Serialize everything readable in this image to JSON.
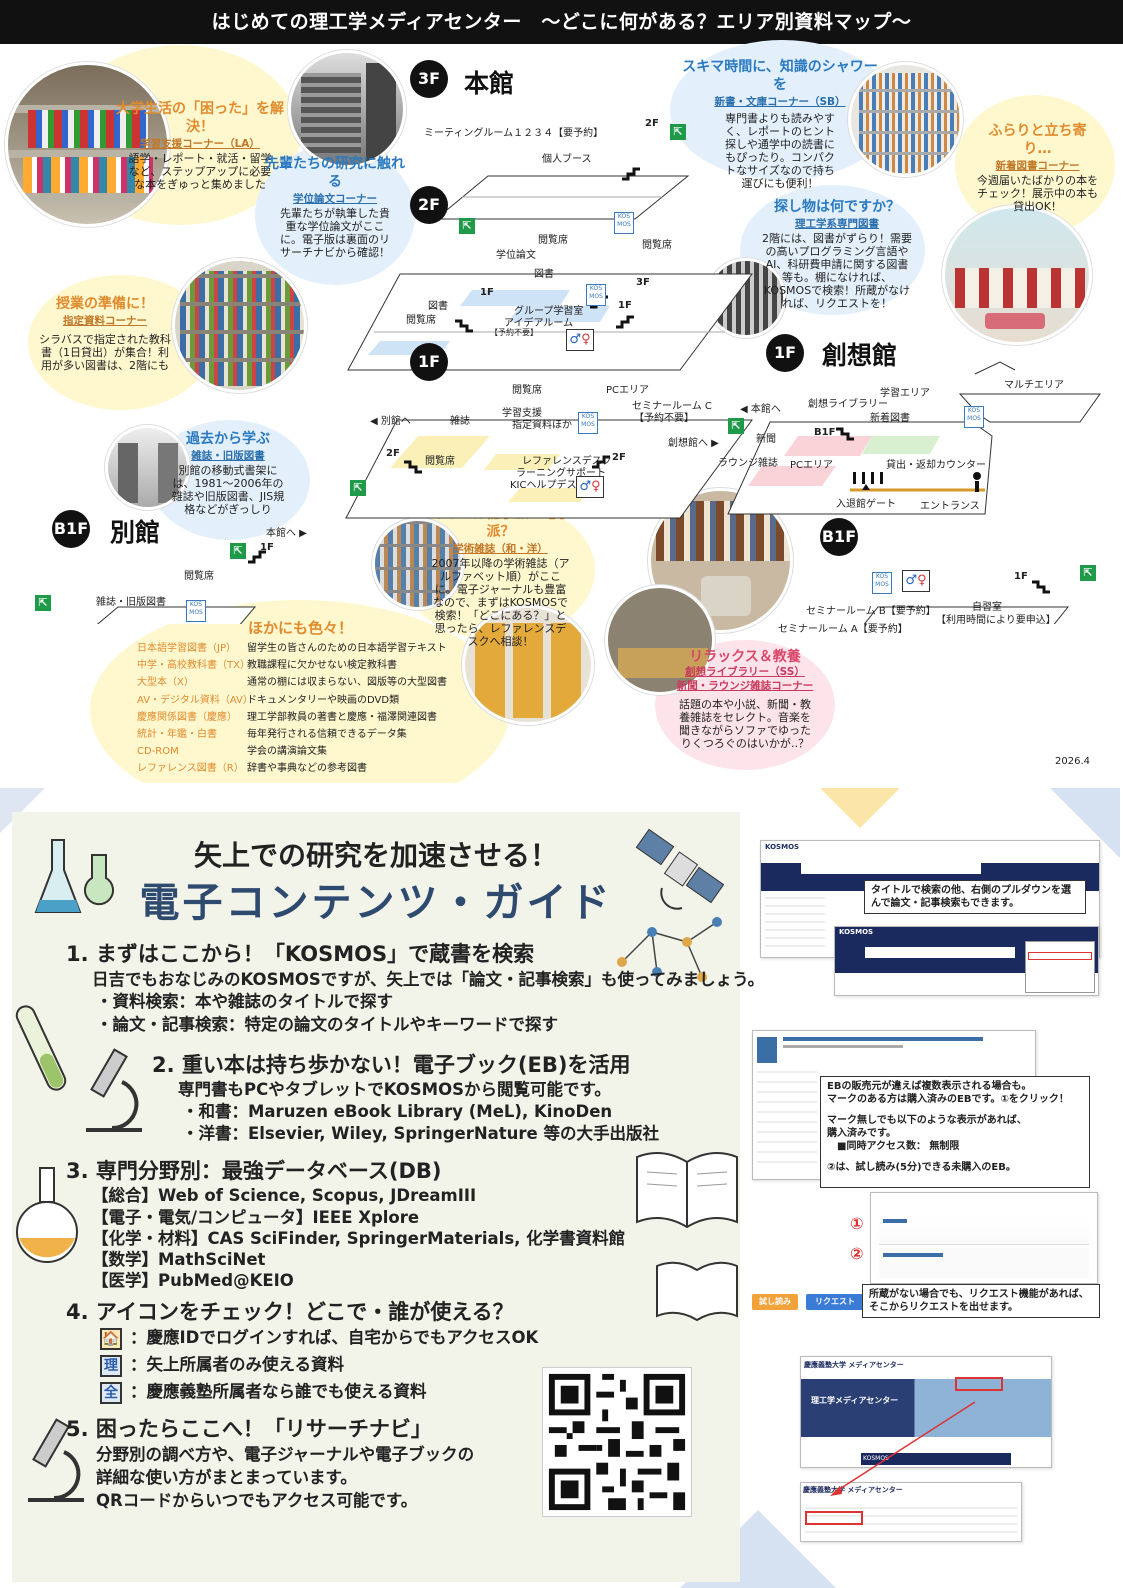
{
  "header": {
    "title": "はじめての理工学メディアセンター　～どこに何がある？エリア別資料マップ～"
  },
  "corners": {
    "la": {
      "heading": "大学生活の「困った」を解決！",
      "name": "学習支援コーナー（LA）",
      "text": "語学・レポート・就活・留学など、ステップアップに必要な本をぎゅっと集めました"
    },
    "thesis": {
      "heading": "先輩たちの研究に触れる",
      "name": "学位論文コーナー",
      "text": "先輩たちが執筆した貴重な学位論文がここに。電子版は裏面のリサーチナビから確認！"
    },
    "textbook": {
      "heading": "授業の準備に！",
      "name": "指定資料コーナー",
      "text": "シラバスで指定された教科書（1日貸出）が集合！利用が多い図書は、2階にも"
    },
    "old": {
      "heading": "過去から学ぶ",
      "name": "雑誌・旧版図書",
      "text": "別館の移動式書架には、1981～2006年の雑誌や旧版図書、JIS規格などがぎっしり"
    },
    "sb": {
      "heading": "スキマ時間に、知識のシャワーを",
      "name": "新書・文庫コーナー（SB）",
      "text": "専門書よりも読みやすく、レポートのヒント探しや通学中の読書にもぴったり。コンパクトなサイズなので持ち運びにも便利！"
    },
    "newbook": {
      "heading": "ふらりと立ち寄り…",
      "name": "新着図書コーナー",
      "text": "今週届いたばかりの本をチェック！展示中の本も貸出OK！"
    },
    "science": {
      "heading": "探し物は何ですか？",
      "name": "理工学系専門図書",
      "text": "2階には、図書がずらり！需要の高いプログラミング言語やAI、科研費申請に関する図書等も。棚になければ、KOSMOSで検索！所蔵がなければ、リクエストを！"
    },
    "journal": {
      "heading": "あなたは冊子派？電子派？",
      "name": "学術雑誌（和・洋）",
      "text": "2007年以降の学術雑誌（アルファベット順）がここに。電子ジャーナルも豊富なので、まずはKOSMOSで検索！「どこにある？」と思ったら、レファレンスデスクへ相談！"
    },
    "relax": {
      "heading": "リラックス＆教養",
      "name1": "創想ライブラリー（SS）",
      "name2": "新聞・ラウンジ雑誌コーナー",
      "text": "話題の本や小説、新聞・教養雑誌をセレクト。音楽を聞きながらソファでゆったりくつろぐのはいかが‥？"
    }
  },
  "others": {
    "heading": "ほかにも色々！",
    "rows": [
      {
        "k": "日本語学習図書（JP）",
        "v": "留学生の皆さんのための日本語学習テキスト"
      },
      {
        "k": "中学・高校教科書（TX）",
        "v": "教職課程に欠かせない検定教科書"
      },
      {
        "k": "大型本（X）",
        "v": "通常の棚には収まらない、図版等の大型図書"
      },
      {
        "k": "AV・デジタル資料（AV）",
        "v": "ドキュメンタリーや映画のDVD類"
      },
      {
        "k": "慶應関係図書（慶應）",
        "v": "理工学部教員の著書と慶應・福澤関連図書"
      },
      {
        "k": "統計・年鑑・白書",
        "v": "毎年発行される信頼できるデータ集"
      },
      {
        "k": "CD-ROM",
        "v": "学会の講演論文集"
      },
      {
        "k": "レファレンス図書（R）",
        "v": "辞書や事典などの参考図書"
      }
    ]
  },
  "floors": {
    "f3": {
      "badge": "3F",
      "name": "本館",
      "labels": [
        "ミーティングルーム１２３４【要予約】",
        "個人ブース",
        "2F"
      ]
    },
    "f2": {
      "badge": "2F",
      "labels": [
        "閲覧席",
        "閲覧席",
        "学位論文",
        "図書",
        "3F",
        "1F",
        "図書",
        "閲覧席",
        "グループ学習室",
        "アイデアルーム",
        "1F",
        "【予約不要】"
      ]
    },
    "f1": {
      "badge": "1F",
      "labels": [
        "閲覧席",
        "PCエリア",
        "◀ 別館へ",
        "雑誌",
        "学習支援",
        "指定資料ほか",
        "セミナールーム C",
        "【予約不要】",
        "2F",
        "閲覧席",
        "レファレンスデスク",
        "ラーニングサポート",
        "2F",
        "KICヘルプデスク"
      ]
    },
    "b1": {
      "badge": "B1F",
      "name": "別館",
      "labels": [
        "本館へ ▶",
        "1F",
        "閲覧席",
        "雑誌・旧版図書"
      ]
    },
    "s1": {
      "badge": "1F",
      "name": "創想館",
      "labels": [
        "マルチエリア",
        "学習エリア",
        "◀ 本館へ",
        "創想ライブラリー",
        "新着図書",
        "創想館へ ▶",
        "新聞",
        "B1F",
        "ラウンジ雑誌",
        "PCエリア",
        "貸出・返却カウンター",
        "入退館ゲート",
        "エントランス"
      ]
    },
    "sb1": {
      "badge": "B1F",
      "labels": [
        "1F",
        "セミナールーム B【要予約】",
        "セミナールーム A【要予約】",
        "自習室",
        "【利用時間により要申込】"
      ]
    }
  },
  "date": "2026.4",
  "guide": {
    "title1": "矢上での研究を加速させる！",
    "title2": "電子コンテンツ・ガイド",
    "s1": {
      "title": "1. まずはここから！「KOSMOS」で蔵書を検索",
      "lines": [
        "日吉でもおなじみのKOSMOSですが、矢上では「論文・記事検索」も使ってみましょう。",
        "・資料検索：本や雑誌のタイトルで探す",
        "・論文・記事検索：特定の論文のタイトルやキーワードで探す"
      ]
    },
    "s2": {
      "title": "2. 重い本は持ち歩かない！電子ブック(EB)を活用",
      "lines": [
        "専門書もPCやタブレットでKOSMOSから閲覧可能です。",
        "・和書：Maruzen eBook Library (MeL), KinoDen",
        "・洋書：Elsevier, Wiley, SpringerNature 等の大手出版社"
      ]
    },
    "s3": {
      "title": "3. 専門分野別：最強データベース(DB)",
      "lines": [
        "【総合】Web of Science, Scopus, JDreamIII",
        "【電子・電気/コンピュータ】IEEE Xplore",
        "【化学・材料】CAS SciFinder, SpringerMaterials, 化学書資料館",
        "【数学】MathSciNet",
        "【医学】PubMed@KEIO"
      ]
    },
    "s4": {
      "title": "4. アイコンをチェック！どこで・誰が使える？",
      "rows": [
        {
          "icon": "🏠",
          "text": "：慶應IDでログインすれば、自宅からでもアクセスOK"
        },
        {
          "icon": "理",
          "text": "：矢上所属者のみ使える資料"
        },
        {
          "icon": "全",
          "text": "：慶應義塾所属者なら誰でも使える資料"
        }
      ]
    },
    "s5": {
      "title": "5. 困ったらここへ！「リサーチナビ」",
      "lines": [
        "分野別の調べ方や、電子ジャーナルや電子ブックの",
        "詳細な使い方がまとまっています。",
        "QRコードからいつでもアクセス可能です。"
      ]
    }
  },
  "notes": {
    "n1": "タイトルで検索の他、右側のプルダウンを選んで論文・記事検索もできます。",
    "n2": [
      "EBの販売元が違えば複数表示される場合も。",
      "マークのある方は購入済みのEBです。①をクリック！",
      "",
      "マーク無しでも以下のような表示があれば、",
      "購入済みです。",
      "　■同時アクセス数： 無制限",
      "",
      "②は、試し読み(5分)できる未購入のEB。"
    ],
    "n3": "所蔵がない場合でも、リクエスト機能があれば、そこからリクエストを出せます。",
    "mark1": "①",
    "mark2": "②",
    "btn1": "試し読み",
    "btn2": "リクエスト"
  },
  "shots": {
    "kosmos": "KOSMOS",
    "mc_title": "理工学メディアセンター",
    "keio": "慶應義塾大学 メディアセンター"
  },
  "colors": {
    "header_bg": "#111111",
    "yellow": "#fff8cf",
    "blue": "#e3f0fb",
    "pink": "#fde4ea",
    "guide_bg": "#f2f4ea",
    "title_blue": "#2e4a6e"
  }
}
